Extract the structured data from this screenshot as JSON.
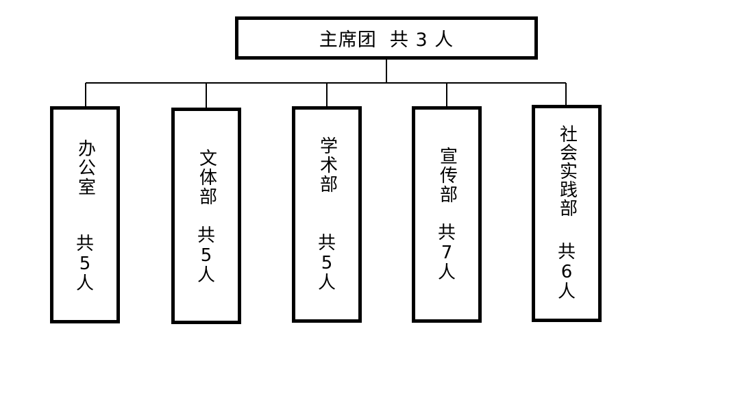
{
  "top": {
    "label": "主席团  共 3 人"
  },
  "departments": [
    {
      "name": "办公室",
      "count_prefix": "共",
      "count": "5",
      "count_unit": "人"
    },
    {
      "name": "文体部",
      "count_prefix": "共",
      "count": "5",
      "count_unit": "人"
    },
    {
      "name": "学术部",
      "count_prefix": "共",
      "count": "5",
      "count_unit": "人"
    },
    {
      "name": "宣传部",
      "count_prefix": "共",
      "count": "7",
      "count_unit": "人"
    },
    {
      "name": "社会实践部",
      "count_prefix": "共",
      "count": "6",
      "count_unit": "人"
    }
  ],
  "colors": {
    "line": "#000000",
    "box_border": "#000000",
    "background": "#ffffff"
  }
}
